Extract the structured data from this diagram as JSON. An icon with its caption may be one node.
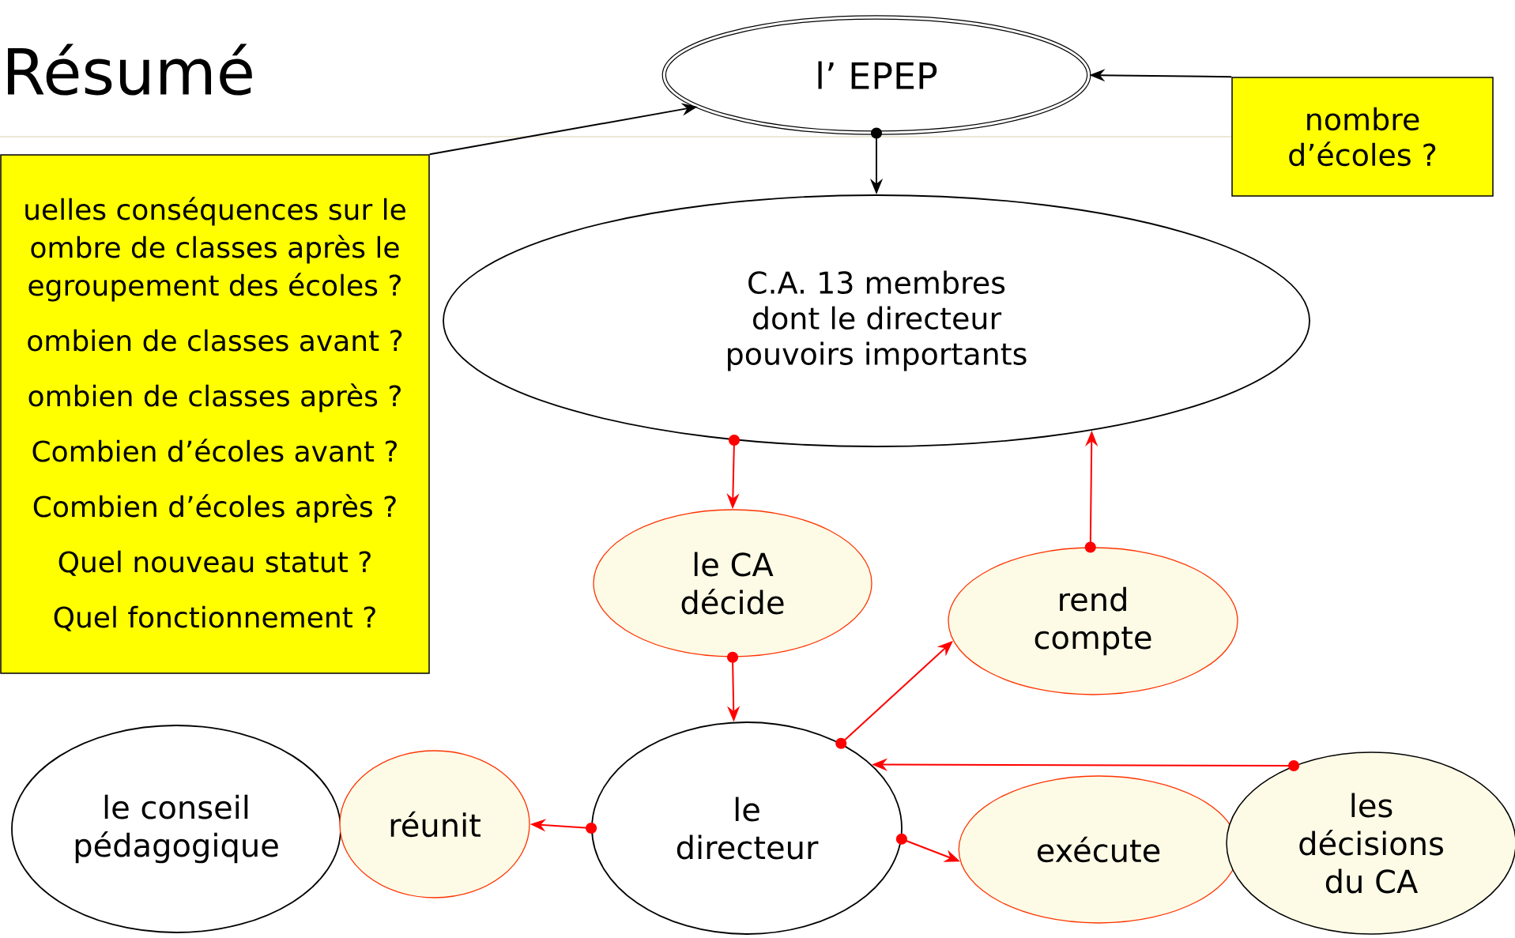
{
  "diagram": {
    "title": "Résumé",
    "nodes": [
      {
        "text": [
          "uelles conséquences sur le ombre de classes après le egroupement des écoles ?",
          "ombien de classes avant ?",
          "ombien de classes après ?",
          "Combien d’écoles avant ?",
          "Combien d’écoles après ?",
          "Quel nouveau statut ?",
          "Quel fonctionnement ?"
        ]
      },
      {
        "text": [
          "l’ EPEP"
        ]
      },
      {
        "text": [
          "nombre d’écoles ?"
        ]
      },
      {
        "text": [
          "C.A. 13 membres dont le directeur pouvoirs importants"
        ]
      },
      {
        "text": [
          "le CA décide"
        ]
      },
      {
        "text": [
          "rend compte"
        ]
      },
      {
        "text": [
          "le conseil pédagogique"
        ]
      },
      {
        "text": [
          "réunit"
        ]
      },
      {
        "text": [
          "le directeur"
        ]
      },
      {
        "text": [
          "exécute"
        ]
      },
      {
        "text": [
          "les décisions du CA"
        ]
      }
    ],
    "edges": [
      {
        "from": 0,
        "to": 1,
        "arrow": "to",
        "color": "#000000"
      },
      {
        "from": 2,
        "to": 1,
        "arrow": "to",
        "color": "#000000"
      },
      {
        "from": 1,
        "to": 3,
        "arrow": "to",
        "color": "#000000"
      },
      {
        "from": 3,
        "to": 4,
        "arrow": "to"
      },
      {
        "from": 4,
        "to": 8,
        "arrow": "to"
      },
      {
        "from": 8,
        "to": 5,
        "arrow": "to"
      },
      {
        "from": 5,
        "to": 3,
        "arrow": "to"
      },
      {
        "from": 10,
        "to": 8,
        "arrow": "to"
      },
      {
        "from": 8,
        "to": 7,
        "arrow": "to"
      },
      {
        "from": 8,
        "to": 9,
        "arrow": "to"
      }
    ]
  }
}
